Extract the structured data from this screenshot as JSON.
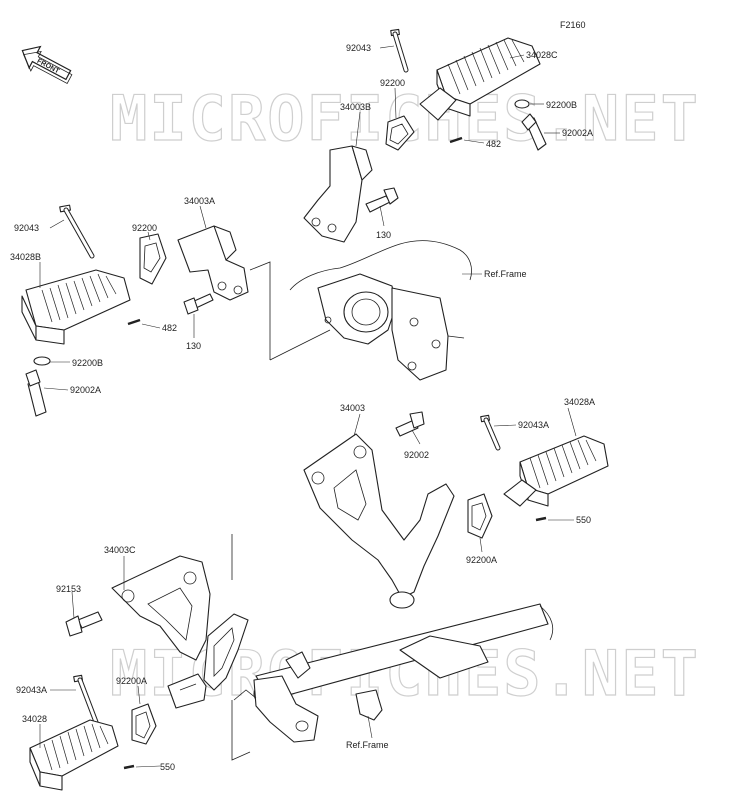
{
  "diagram": {
    "figure_code": "F2160",
    "front_arrow_label": "FRONT",
    "watermark": "MICROFICHES.NET",
    "labels": {
      "p92043_top": "92043",
      "p34028C": "34028C",
      "p92200_top": "92200",
      "p34003B": "34003B",
      "p92200B_top": "92200B",
      "p92002A_top": "92002A",
      "p482_top": "482",
      "p130_top": "130",
      "p92043_left": "92043",
      "p92200_left": "92200",
      "p34003A": "34003A",
      "p34028B": "34028B",
      "p482_left": "482",
      "p130_left": "130",
      "p92200B_left": "92200B",
      "p92002A_left": "92002A",
      "ref_frame_top": "Ref.Frame",
      "p34003": "34003",
      "p92002": "92002",
      "p34028A": "34028A",
      "p92043A_right": "92043A",
      "p550_right": "550",
      "p92200A_right": "92200A",
      "p34003C": "34003C",
      "p92153": "92153",
      "p92043A_left": "92043A",
      "p92200A_left": "92200A",
      "p34028": "34028",
      "p550_left": "550",
      "ref_frame_bottom": "Ref.Frame"
    }
  }
}
